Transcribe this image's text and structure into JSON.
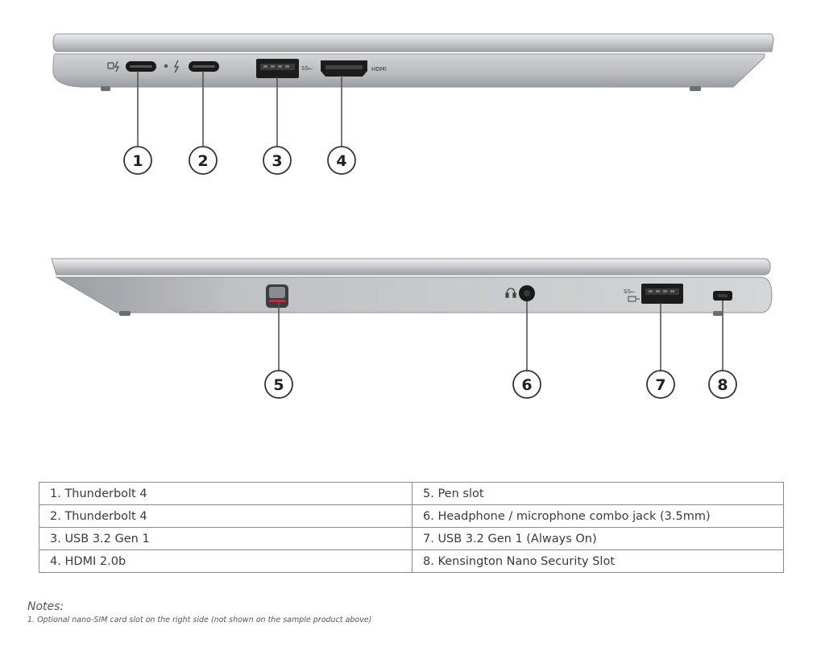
{
  "ports": {
    "hdmi_label": "HDMI",
    "usb_mark": "SS⭠"
  },
  "callouts": [
    "1",
    "2",
    "3",
    "4",
    "5",
    "6",
    "7",
    "8"
  ],
  "table": {
    "rows": [
      {
        "left": "1.  Thunderbolt 4",
        "right": "5.  Pen slot"
      },
      {
        "left": "2.  Thunderbolt 4",
        "right": "6.  Headphone / microphone combo jack (3.5mm)"
      },
      {
        "left": "3.  USB 3.2 Gen 1",
        "right": "7.  USB 3.2 Gen 1 (Always On)"
      },
      {
        "left": "4.  HDMI 2.0b",
        "right": "8.  Kensington Nano Security Slot"
      }
    ]
  },
  "notes": {
    "title": "Notes:",
    "lines": [
      "1. Optional nano-SIM card slot on the right side (not shown on the sample product above)"
    ]
  },
  "colors": {
    "chassis_top": "#c9cbce",
    "chassis_base": "#b5b7ba",
    "chassis_dark": "#8d9095",
    "port_black": "#1a1a1a",
    "accent_red": "#d9242b",
    "line": "#555555"
  }
}
